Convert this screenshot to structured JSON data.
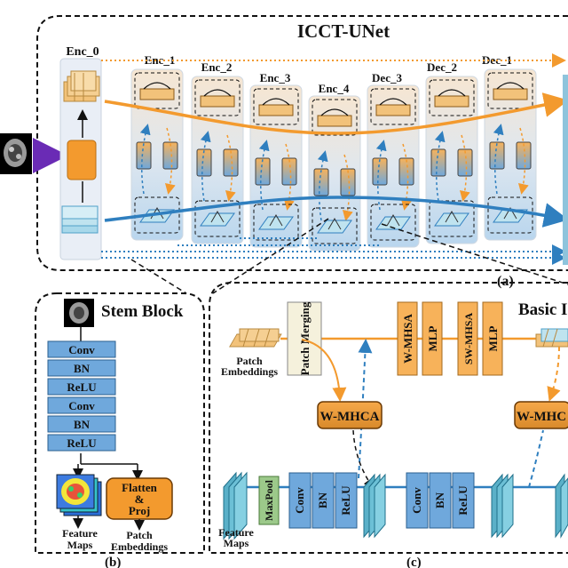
{
  "title": "ICCT-UNet",
  "panel_a": {
    "label": "(a)",
    "stages": [
      "Enc_0",
      "Enc_1",
      "Enc_2",
      "Enc_3",
      "Enc_4",
      "Dec_3",
      "Dec_2",
      "Dec_1"
    ]
  },
  "panel_b": {
    "label": "(b)",
    "title": "Stem Block",
    "layers": [
      "Conv",
      "BN",
      "ReLU",
      "Conv",
      "BN",
      "ReLU"
    ],
    "proj_line1": "Flatten",
    "proj_line2": "&",
    "proj_line3": "Proj",
    "out_left_line1": "Feature",
    "out_left_line2": "Maps",
    "out_right_line1": "Patch",
    "out_right_line2": "Embeddings"
  },
  "panel_c": {
    "label": "(c)",
    "title": "Basic I",
    "patch_embed_line1": "Patch",
    "patch_embed_line2": "Embeddings",
    "patch_merging": "Patch Merging",
    "wmhsa": "W-MHSA",
    "mlp1": "MLP",
    "swmhsa": "SW-MHSA",
    "mlp2": "MLP",
    "wmhca1": "W-MHCA",
    "wmhca2": "W-MHC",
    "maxpool": "MaxPool",
    "conv1": "Conv",
    "bn1": "BN",
    "relu1": "ReLU",
    "conv2": "Conv",
    "bn2": "BN",
    "relu2": "ReLU",
    "fmap_line1": "Feature",
    "fmap_line2": "Maps"
  },
  "colors": {
    "orange": "#f39a2e",
    "blue": "#2f7fbf",
    "layer_blue": "#5b9bd5",
    "stem_blue": "#6fa8dc",
    "patch_tan": "#f2c27a",
    "purple": "#6a2bb5"
  }
}
